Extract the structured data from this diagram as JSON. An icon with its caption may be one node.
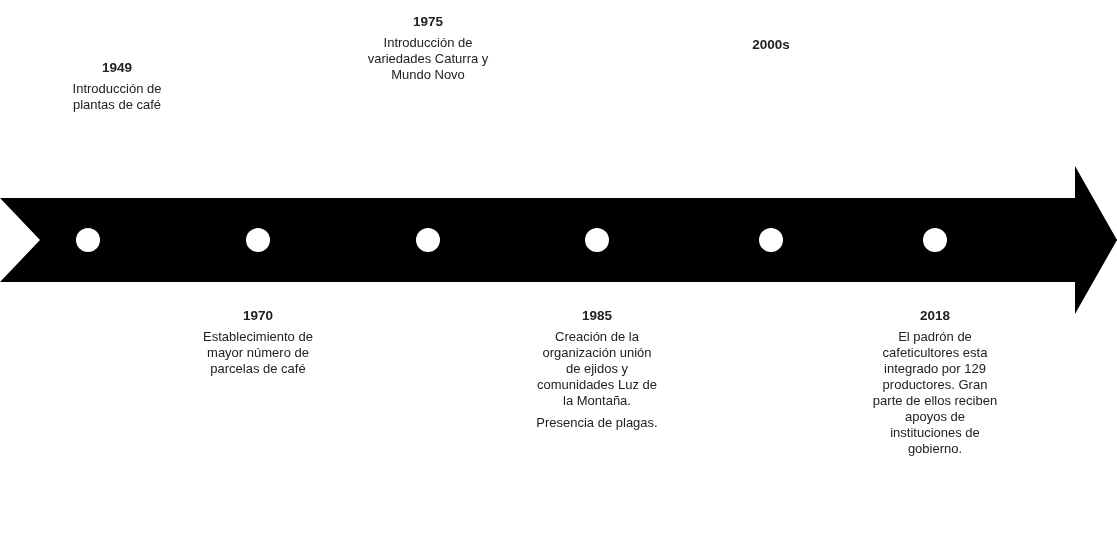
{
  "diagram": {
    "nodes": [
      {
        "text": [
          "1949",
          "Introducción de plantas de café"
        ]
      },
      {
        "text": [
          "1970",
          "Establecimiento de mayor número de parcelas de café"
        ]
      },
      {
        "text": [
          "1975",
          "Introducción de variedades Caturra y Mundo Novo"
        ]
      },
      {
        "text": [
          "1985",
          "Creación de la organización unión de ejidos y comunidades Luz de la Montaña.",
          "Presencia de plagas."
        ]
      },
      {
        "text": [
          "2000s"
        ]
      },
      {
        "text": [
          "2018",
          "El padrón de cafeticultores esta integrado por 129 productores. Gran parte de ellos reciben apoyos de instituciones de gobierno."
        ]
      }
    ]
  }
}
